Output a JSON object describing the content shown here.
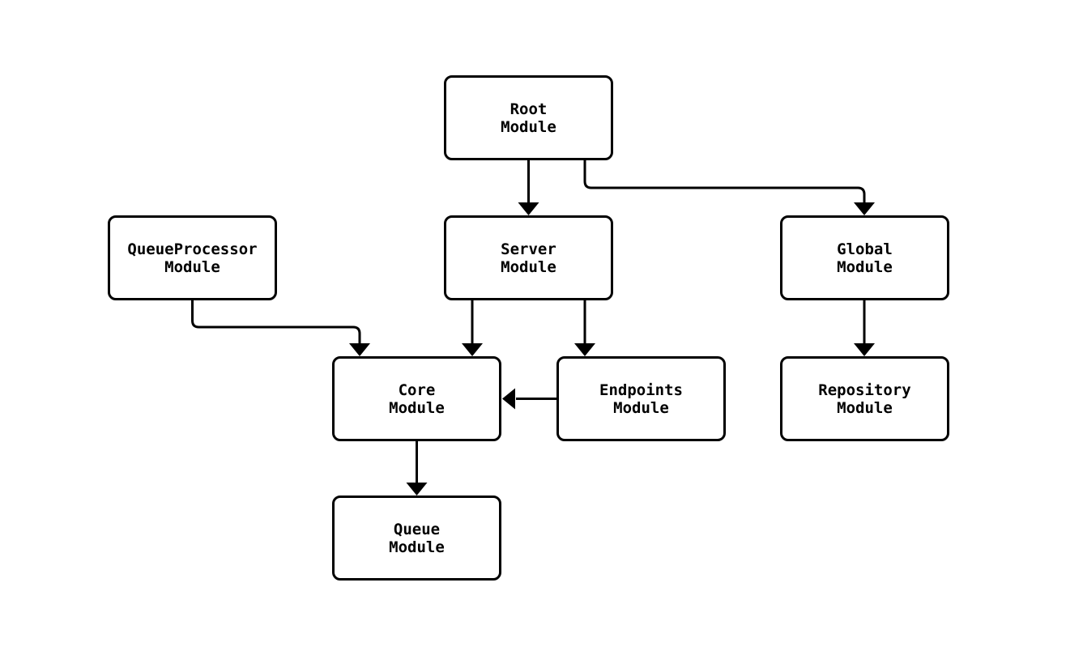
{
  "diagram": {
    "background_color": "#ffffff",
    "node_fill_color": "#ffffff",
    "stroke_color": "#000000",
    "nodes": [
      {
        "id": "root",
        "line1": "Root",
        "line2": "Module"
      },
      {
        "id": "queueprocessor",
        "line1": "QueueProcessor",
        "line2": "Module"
      },
      {
        "id": "server",
        "line1": "Server",
        "line2": "Module"
      },
      {
        "id": "global",
        "line1": "Global",
        "line2": "Module"
      },
      {
        "id": "core",
        "line1": "Core",
        "line2": "Module"
      },
      {
        "id": "endpoints",
        "line1": "Endpoints",
        "line2": "Module"
      },
      {
        "id": "repository",
        "line1": "Repository",
        "line2": "Module"
      },
      {
        "id": "queue",
        "line1": "Queue",
        "line2": "Module"
      }
    ],
    "edges": [
      {
        "from": "Root Module",
        "to": "Server Module"
      },
      {
        "from": "Root Module",
        "to": "Global Module"
      },
      {
        "from": "QueueProcessor Module",
        "to": "Core Module"
      },
      {
        "from": "Server Module",
        "to": "Core Module"
      },
      {
        "from": "Server Module",
        "to": "Endpoints Module"
      },
      {
        "from": "Endpoints Module",
        "to": "Core Module"
      },
      {
        "from": "Global Module",
        "to": "Repository Module"
      },
      {
        "from": "Core Module",
        "to": "Queue Module"
      }
    ]
  }
}
